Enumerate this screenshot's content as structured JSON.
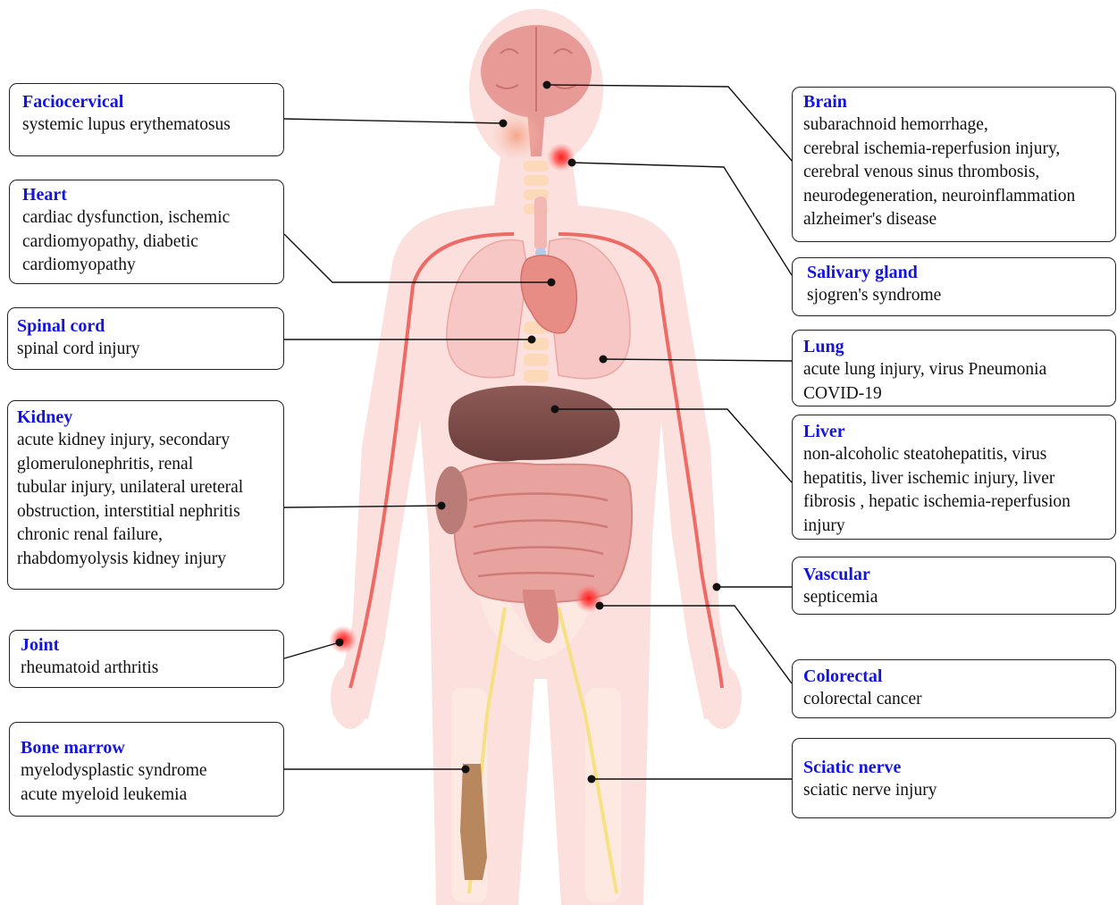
{
  "accent_color": "#1414e0",
  "spot_color": "#ff1a1a",
  "boxes": {
    "faciocervical": {
      "title": "Faciocervical",
      "body": "systemic lupus erythematosus"
    },
    "heart": {
      "title": "Heart",
      "body": "cardiac dysfunction, ischemic\ncardiomyopathy, diabetic\ncardiomyopathy"
    },
    "spinal_cord": {
      "title": "Spinal cord",
      "body": "spinal cord injury"
    },
    "kidney": {
      "title": "Kidney",
      "body": "acute kidney injury, secondary\nglomerulonephritis, renal\ntubular injury, unilateral ureteral\nobstruction, interstitial nephritis\nchronic renal failure,\nrhabdomyolysis kidney injury"
    },
    "joint": {
      "title": "Joint",
      "body": "rheumatoid arthritis"
    },
    "bone_marrow": {
      "title": "Bone marrow",
      "body": "myelodysplastic syndrome\nacute myeloid leukemia"
    },
    "brain": {
      "title": "Brain",
      "body": "subarachnoid hemorrhage,\ncerebral ischemia-reperfusion injury,\ncerebral venous sinus thrombosis,\nneurodegeneration, neuroinflammation\nalzheimer's disease"
    },
    "salivary_gland": {
      "title": "Salivary gland",
      "body": "sjogren's syndrome"
    },
    "lung": {
      "title": "Lung",
      "body": "acute lung injury, virus Pneumonia\nCOVID-19"
    },
    "liver": {
      "title": "Liver",
      "body": "non-alcoholic steatohepatitis, virus\nhepatitis, liver ischemic injury,  liver\nfibrosis , hepatic ischemia-reperfusion\ninjury"
    },
    "vascular": {
      "title": "Vascular",
      "body": "septicemia"
    },
    "colorectal": {
      "title": "Colorectal",
      "body": "colorectal cancer"
    },
    "sciatic_nerve": {
      "title": "Sciatic nerve",
      "body": "sciatic nerve injury"
    }
  }
}
